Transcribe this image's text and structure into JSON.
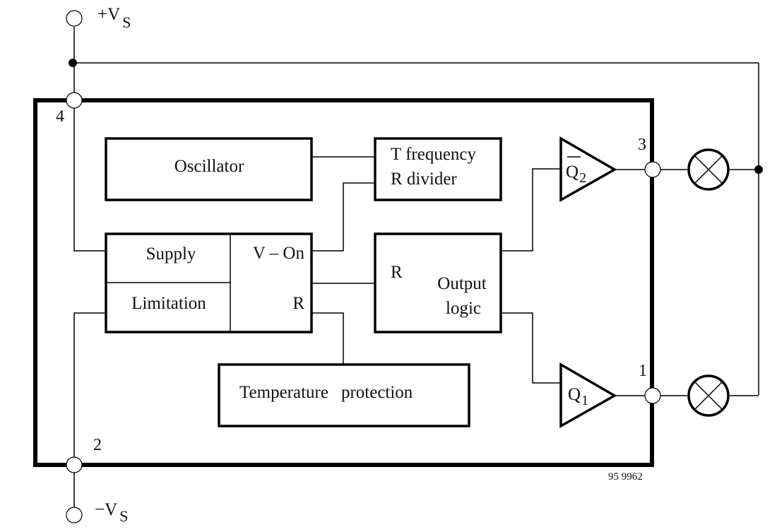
{
  "supply": {
    "positive": {
      "prefix": "+V",
      "sub": "S"
    },
    "negative": {
      "prefix": "−V",
      "sub": "S"
    }
  },
  "pins": {
    "p4": "4",
    "p2": "2",
    "p3": "3",
    "p1": "1"
  },
  "blocks": {
    "oscillator": "Oscillator",
    "divider": {
      "line1": "T frequency",
      "line2": "R divider"
    },
    "supply": "Supply",
    "limitation": "Limitation",
    "v_on": "V – On",
    "supply_r": "R",
    "output_logic": {
      "r": "R",
      "line1": "Output",
      "line2": "logic"
    },
    "temperature": {
      "word1": "Temperature",
      "word2": "protection"
    }
  },
  "drivers": {
    "q2": {
      "label": "Q",
      "sub": "2",
      "inverted": true
    },
    "q1": {
      "label": "Q",
      "sub": "1",
      "inverted": false
    }
  },
  "lamps": [
    "lamp-pin3",
    "lamp-pin1"
  ],
  "figure_id": "95 9962"
}
